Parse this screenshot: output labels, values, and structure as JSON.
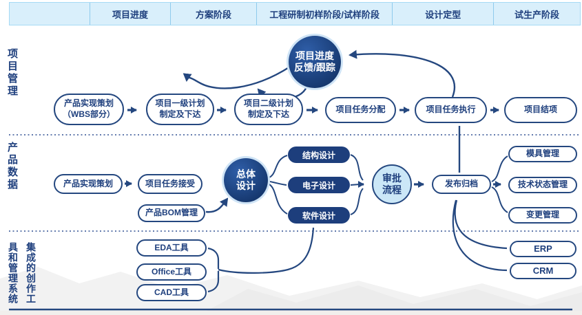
{
  "header": {
    "cells": [
      "项目进度",
      "方案阶段",
      "工程研制初样阶段/试样阶段",
      "设计定型",
      "试生产阶段"
    ]
  },
  "side_labels": {
    "project_management": "项目管理",
    "product_data": "产品数据",
    "tools_right_column": "集成的创作工",
    "tools_left_column": "具和管理系统"
  },
  "project_row": {
    "feedback_circle": {
      "line1": "项目进度",
      "line2": "反馈/跟踪"
    },
    "boxes": [
      {
        "line1": "产品实现策划",
        "line2": "（WBS部分）"
      },
      {
        "line1": "项目一级计划",
        "line2": "制定及下达"
      },
      {
        "line1": "项目二级计划",
        "line2": "制定及下达"
      },
      {
        "text": "项目任务分配"
      },
      {
        "text": "项目任务执行"
      },
      {
        "text": "项目结项"
      }
    ]
  },
  "product_row": {
    "plan": "产品实现策划",
    "task_accept": "项目任务接受",
    "bom": "产品BOM管理",
    "overall_circle": {
      "line1": "总体",
      "line2": "设计"
    },
    "design_pills": [
      "结构设计",
      "电子设计",
      "软件设计"
    ],
    "approval_circle": {
      "line1": "审批",
      "line2": "流程"
    },
    "release": "发布归档",
    "management_boxes": [
      "模具管理",
      "技术状态管理",
      "变更管理"
    ]
  },
  "tools_row": {
    "tools": [
      "EDA工具",
      "Office工具",
      "CAD工具"
    ],
    "systems": [
      "ERP",
      "CRM"
    ]
  },
  "colors": {
    "navy": "#24477f",
    "dark_node_fill": "#1d3e7c",
    "header_fill": "#d9effb",
    "header_divider": "#8ecaec",
    "approval_fill": "#cbe7f7"
  }
}
